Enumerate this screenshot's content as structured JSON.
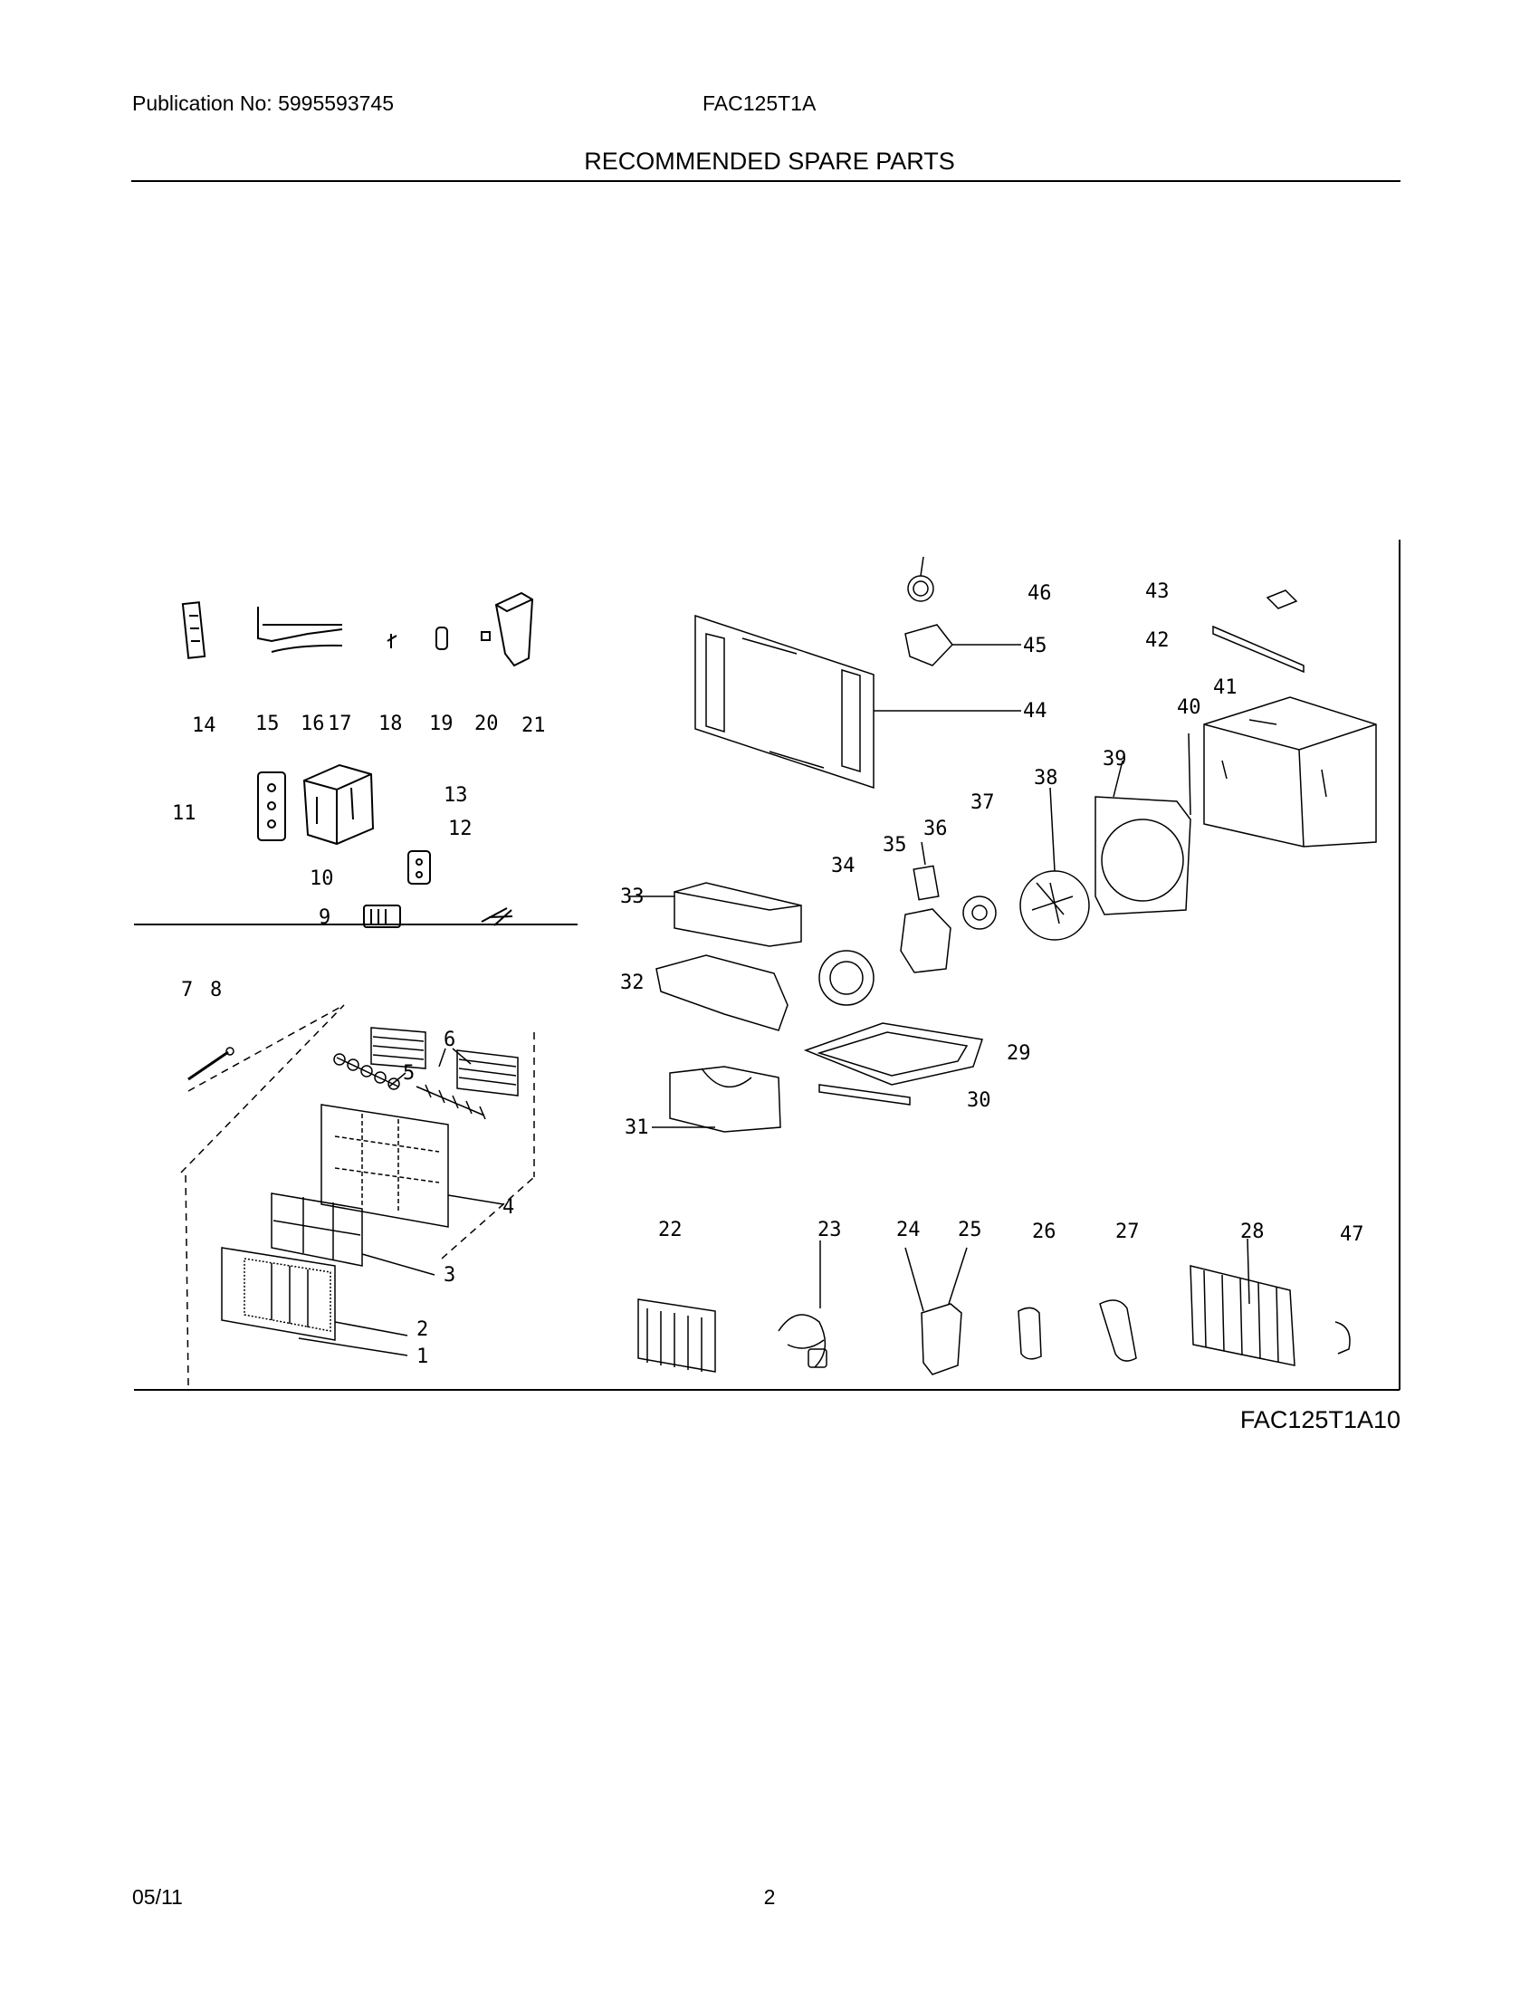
{
  "header": {
    "publication": "Publication No: 5995593745",
    "model": "FAC125T1A",
    "title": "RECOMMENDED SPARE PARTS"
  },
  "diagram": {
    "figure_id": "FAC125T1A10",
    "callouts": [
      "1",
      "2",
      "3",
      "4",
      "5",
      "6",
      "7",
      "8",
      "9",
      "10",
      "11",
      "12",
      "13",
      "14",
      "15",
      "16",
      "17",
      "18",
      "19",
      "20",
      "21",
      "22",
      "23",
      "24",
      "25",
      "26",
      "27",
      "28",
      "29",
      "30",
      "31",
      "32",
      "33",
      "34",
      "35",
      "36",
      "37",
      "38",
      "39",
      "40",
      "41",
      "42",
      "43",
      "44",
      "45",
      "46",
      "47"
    ]
  },
  "footer": {
    "date": "05/11",
    "page": "2"
  }
}
